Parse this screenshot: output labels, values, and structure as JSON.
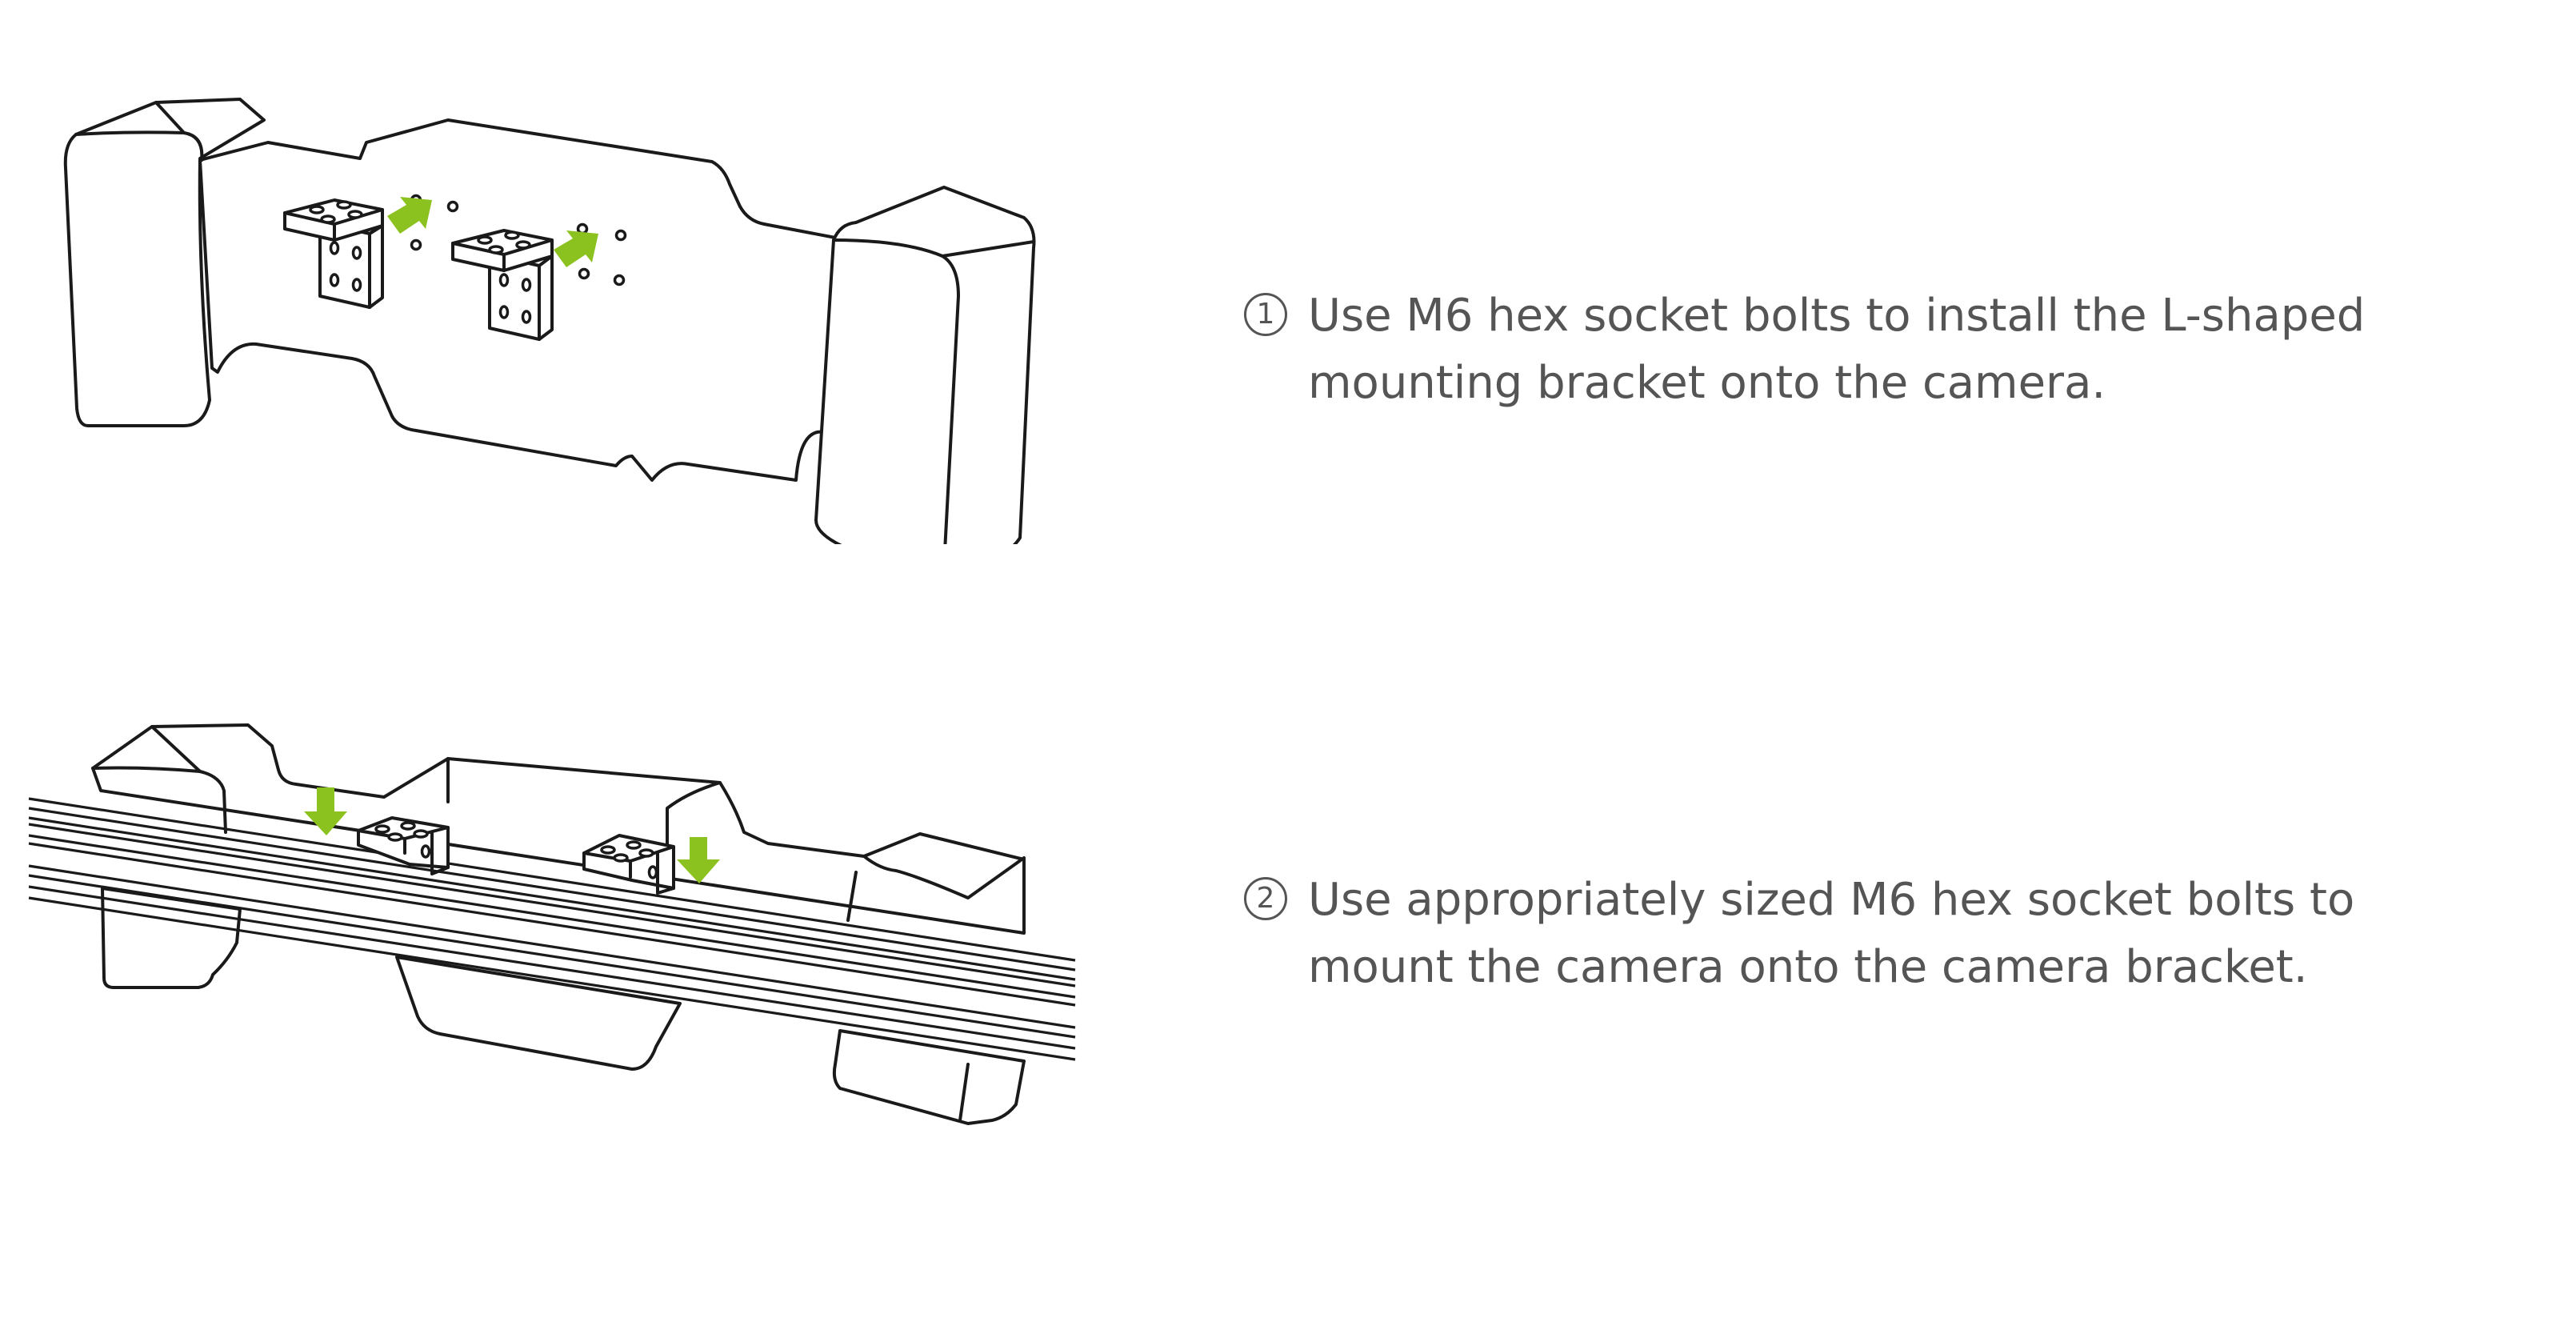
{
  "colors": {
    "arrow": "#8CC21F",
    "line": "#1a1a1a",
    "text": "#555555"
  },
  "steps": [
    {
      "number": "1",
      "text": "Use M6 hex socket bolts to install the L-shaped mounting bracket onto the camera."
    },
    {
      "number": "2",
      "text": "Use appropriately sized M6 hex socket bolts to mount the camera onto the camera bracket."
    }
  ]
}
